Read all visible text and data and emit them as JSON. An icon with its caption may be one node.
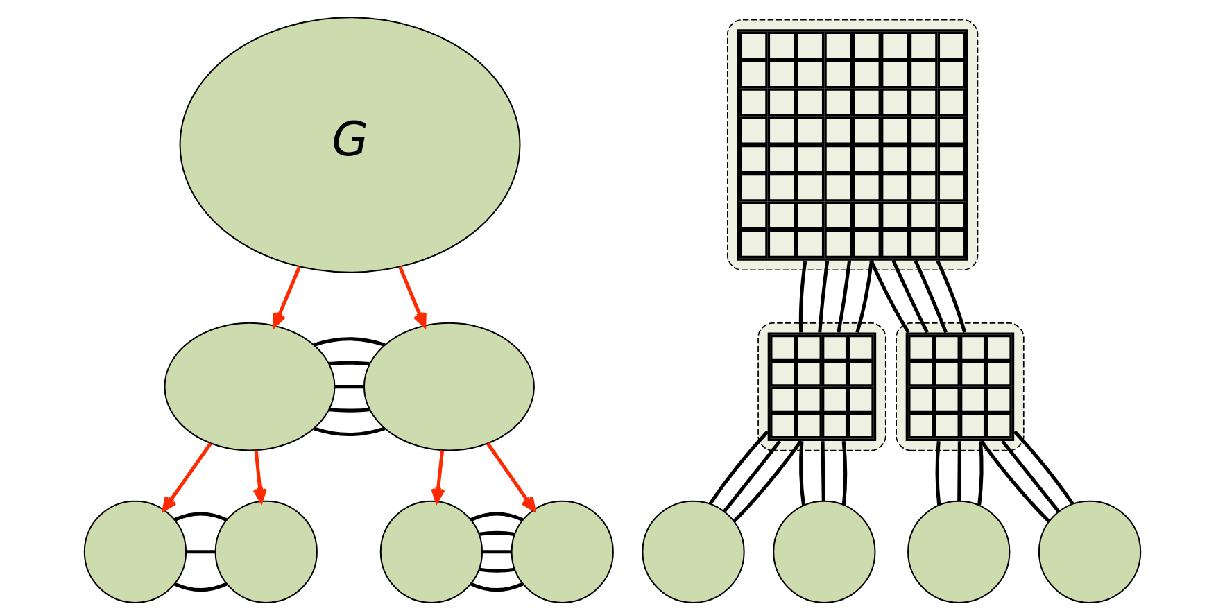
{
  "diagram": {
    "nodes": [
      {
        "text": [
          "G"
        ]
      },
      {
        "text": [],
        "shape": "ellipse"
      },
      {
        "text": [],
        "shape": "ellipse"
      },
      {
        "text": [],
        "shape": "circle"
      },
      {
        "text": [],
        "shape": "circle"
      },
      {
        "text": [],
        "shape": "circle"
      },
      {
        "text": [],
        "shape": "circle"
      },
      {
        "text": [],
        "shape": "ellipse"
      },
      {
        "text": [],
        "shape": "grid",
        "in": 7
      },
      {
        "text": [],
        "shape": "ellipse"
      },
      {
        "text": [],
        "shape": "grid",
        "in": 9
      },
      {
        "text": [],
        "shape": "ellipse"
      },
      {
        "text": [],
        "shape": "grid",
        "in": 11
      },
      {
        "text": [],
        "shape": "circle"
      },
      {
        "text": [],
        "shape": "circle"
      },
      {
        "text": [],
        "shape": "circle"
      },
      {
        "text": [],
        "shape": "circle"
      }
    ],
    "edges": [
      {
        "from": 0,
        "to": 1,
        "arrow": "to",
        "color": "#ff2a00"
      },
      {
        "from": 0,
        "to": 2,
        "arrow": "to",
        "color": "#ff2a00"
      },
      {
        "from": 1,
        "to": 2,
        "arrow": "none"
      },
      {
        "from": 1,
        "to": 2,
        "arrow": "none"
      },
      {
        "from": 1,
        "to": 2,
        "arrow": "none"
      },
      {
        "from": 1,
        "to": 2,
        "arrow": "none"
      },
      {
        "from": 1,
        "to": 2,
        "arrow": "none"
      },
      {
        "from": 1,
        "to": 3,
        "arrow": "to",
        "color": "#ff2a00"
      },
      {
        "from": 1,
        "to": 4,
        "arrow": "to",
        "color": "#ff2a00"
      },
      {
        "from": 2,
        "to": 5,
        "arrow": "to",
        "color": "#ff2a00"
      },
      {
        "from": 2,
        "to": 6,
        "arrow": "to",
        "color": "#ff2a00"
      },
      {
        "from": 3,
        "to": 4,
        "arrow": "none"
      },
      {
        "from": 3,
        "to": 4,
        "arrow": "none"
      },
      {
        "from": 3,
        "to": 4,
        "arrow": "none"
      },
      {
        "from": 5,
        "to": 6,
        "arrow": "none"
      },
      {
        "from": 5,
        "to": 6,
        "arrow": "none"
      },
      {
        "from": 5,
        "to": 6,
        "arrow": "none"
      },
      {
        "from": 5,
        "to": 6,
        "arrow": "none"
      },
      {
        "from": 5,
        "to": 6,
        "arrow": "none"
      },
      {
        "from": 8,
        "to": 10,
        "arrow": "none"
      },
      {
        "from": 8,
        "to": 10,
        "arrow": "none"
      },
      {
        "from": 8,
        "to": 10,
        "arrow": "none"
      },
      {
        "from": 8,
        "to": 10,
        "arrow": "none"
      },
      {
        "from": 8,
        "to": 12,
        "arrow": "none"
      },
      {
        "from": 8,
        "to": 12,
        "arrow": "none"
      },
      {
        "from": 8,
        "to": 12,
        "arrow": "none"
      },
      {
        "from": 8,
        "to": 12,
        "arrow": "none"
      },
      {
        "from": 10,
        "to": 13,
        "arrow": "none"
      },
      {
        "from": 10,
        "to": 13,
        "arrow": "none"
      },
      {
        "from": 10,
        "to": 13,
        "arrow": "none"
      },
      {
        "from": 10,
        "to": 14,
        "arrow": "none"
      },
      {
        "from": 10,
        "to": 14,
        "arrow": "none"
      },
      {
        "from": 10,
        "to": 14,
        "arrow": "none"
      },
      {
        "from": 12,
        "to": 15,
        "arrow": "none"
      },
      {
        "from": 12,
        "to": 15,
        "arrow": "none"
      },
      {
        "from": 12,
        "to": 15,
        "arrow": "none"
      },
      {
        "from": 12,
        "to": 16,
        "arrow": "none"
      },
      {
        "from": 12,
        "to": 16,
        "arrow": "none"
      },
      {
        "from": 12,
        "to": 16,
        "arrow": "none"
      }
    ]
  }
}
